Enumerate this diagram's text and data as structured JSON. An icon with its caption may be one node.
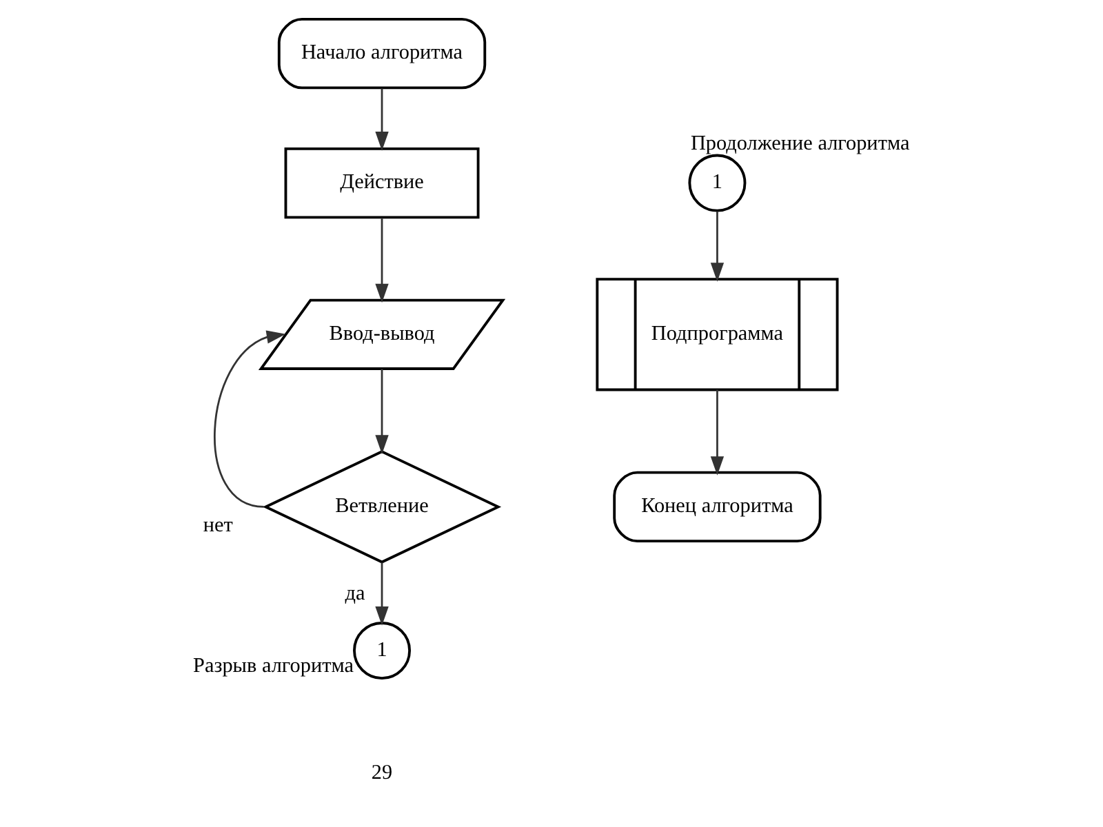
{
  "diagram": {
    "nodes": [
      {
        "text": [
          "Начало алгоритма"
        ]
      },
      {
        "text": [
          "Действие"
        ]
      },
      {
        "text": [
          "Ввод-вывод"
        ]
      },
      {
        "text": [
          "Ветвление"
        ]
      },
      {
        "text": [
          "1"
        ],
        "beside": [
          "Разрыв алгоритма"
        ]
      },
      {
        "text": [
          "1"
        ],
        "beside": [
          "Продолжение алгоритма"
        ]
      },
      {
        "text": [
          "Подпрограмма"
        ]
      },
      {
        "text": [
          "Конец алгоритма"
        ]
      }
    ],
    "edges": [
      {
        "from": 0,
        "to": 1,
        "arrow": "to"
      },
      {
        "from": 1,
        "to": 2,
        "arrow": "to"
      },
      {
        "from": 2,
        "to": 3,
        "arrow": "to"
      },
      {
        "from": 3,
        "to": 4,
        "arrow": "to",
        "label": "да"
      },
      {
        "from": 3,
        "to": 2,
        "arrow": "to",
        "label": "нет"
      },
      {
        "from": 5,
        "to": 6,
        "arrow": "to"
      },
      {
        "from": 6,
        "to": 7,
        "arrow": "to"
      }
    ],
    "labels": [
      "29"
    ]
  }
}
